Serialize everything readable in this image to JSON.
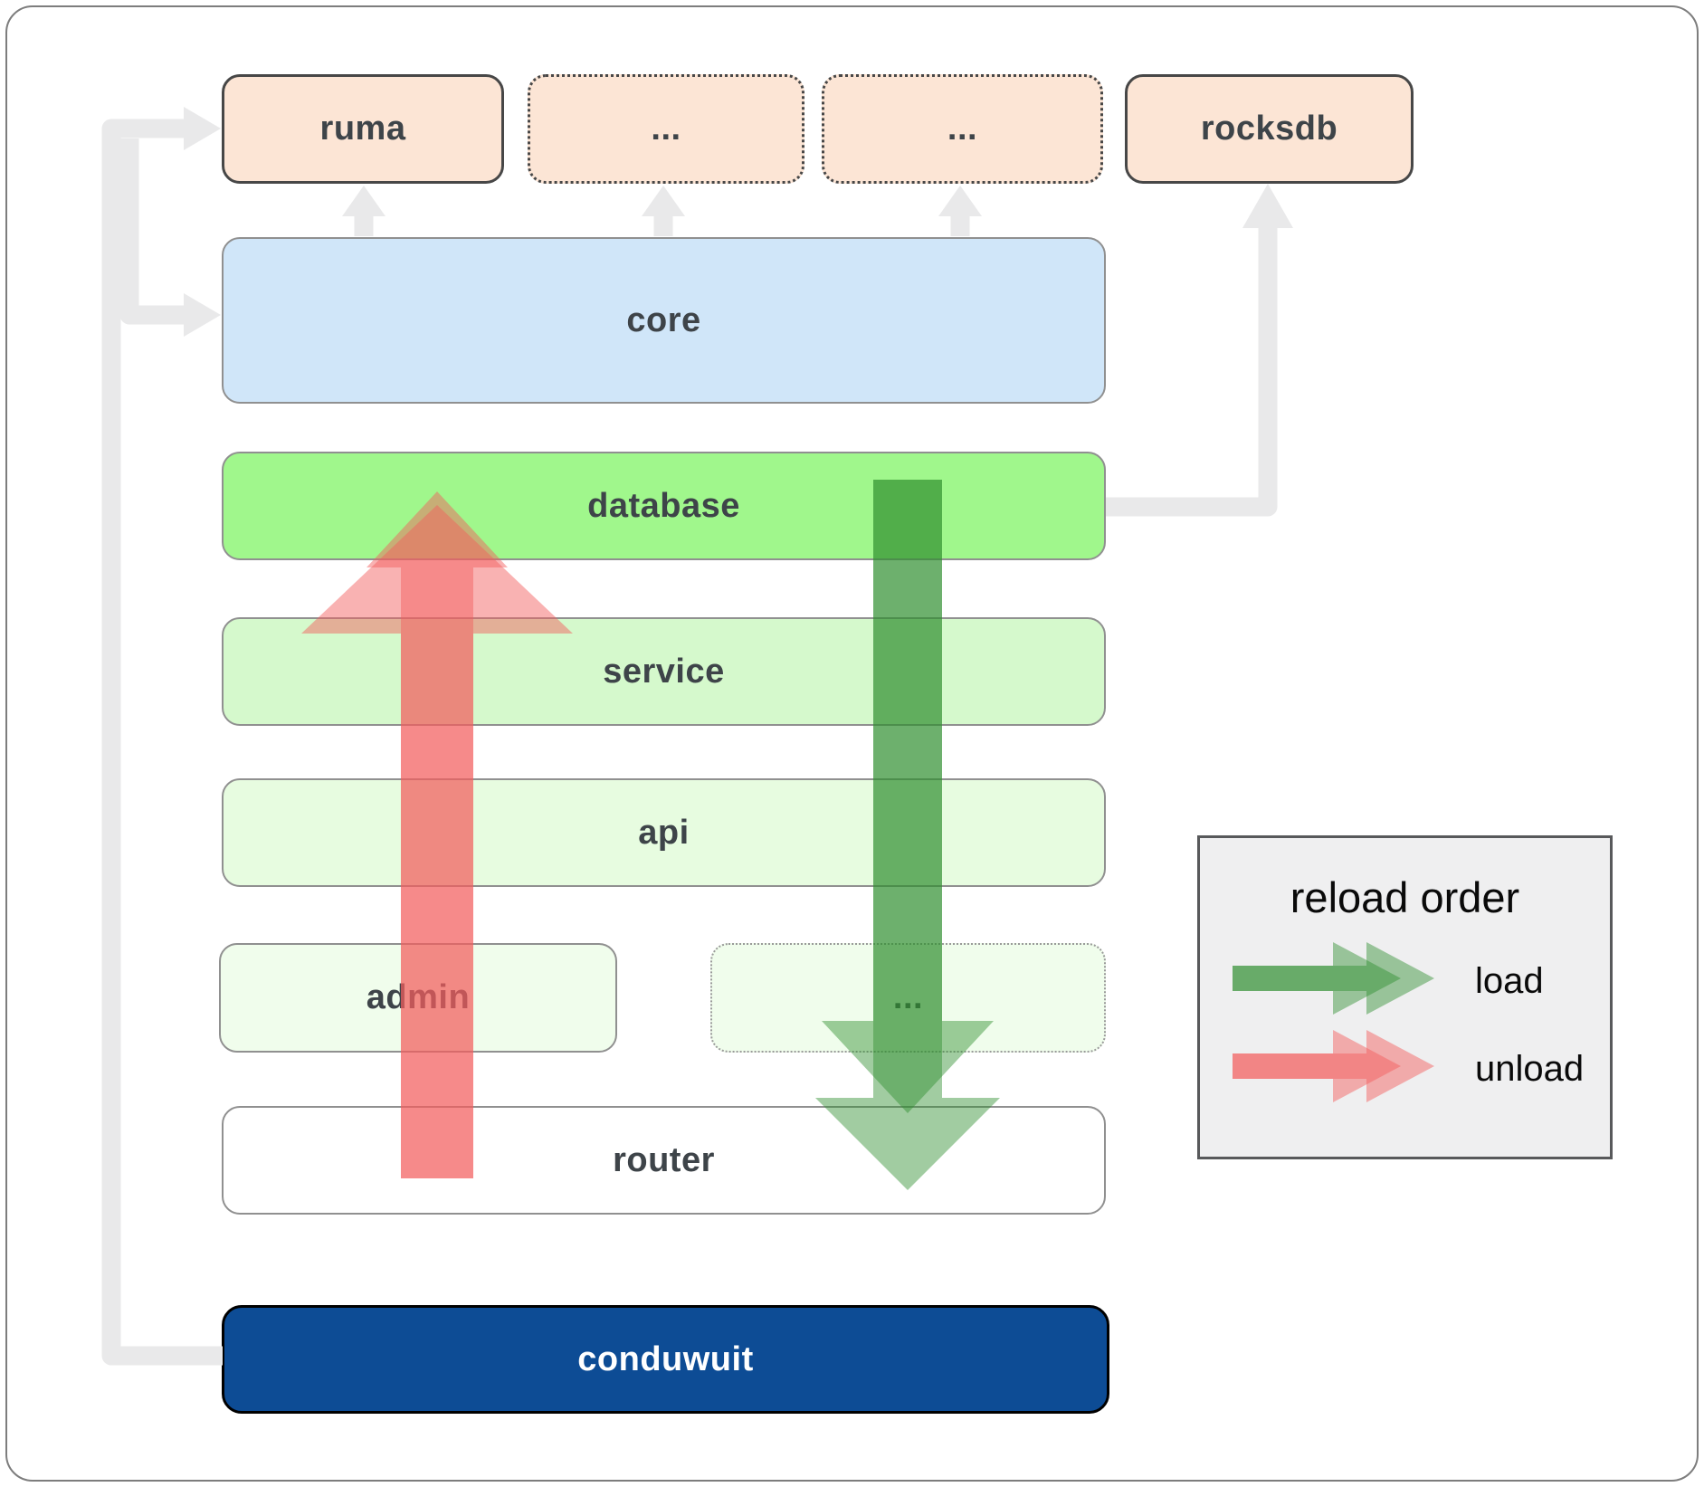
{
  "diagram": {
    "top_row": {
      "ruma": {
        "label": "ruma",
        "border": "solid"
      },
      "dots1": {
        "label": "...",
        "border": "dotted"
      },
      "dots2": {
        "label": "...",
        "border": "dotted"
      },
      "rocksdb": {
        "label": "rocksdb",
        "border": "solid"
      }
    },
    "layers": {
      "core": {
        "label": "core"
      },
      "database": {
        "label": "database"
      },
      "service": {
        "label": "service"
      },
      "api": {
        "label": "api"
      },
      "admin": {
        "label": "admin"
      },
      "dots3": {
        "label": "..."
      },
      "router": {
        "label": "router"
      },
      "conduwuit": {
        "label": "conduwuit"
      }
    },
    "arrows": {
      "load": {
        "label": "load",
        "direction": "down",
        "from": "database",
        "to": "router"
      },
      "unload": {
        "label": "unload",
        "direction": "up",
        "from": "router",
        "to": "database"
      },
      "gray_connectors": [
        "conduwuit-to-ruma",
        "conduwuit-to-core",
        "core-to-ruma",
        "core-to-dots1",
        "core-to-dots2",
        "database-to-rocksdb"
      ]
    }
  },
  "legend": {
    "title": "reload order",
    "load_label": "load",
    "unload_label": "unload"
  },
  "colors": {
    "peach_box": "#fce5d5",
    "core_box": "#d0e6f9",
    "database_box": "#a0f78c",
    "service_box": "#d5f9cc",
    "api_box": "#e7fce0",
    "admin_box": "#f0fdec",
    "router_box": "#ffffff",
    "conduwuit_box": "#0d4c95",
    "load_arrow_green": "#2f8f2f",
    "unload_arrow_red": "#f35e5e",
    "gray_connector": "#e9e9ea",
    "label_text": "#3e4449",
    "legend_bg": "#efeff0"
  }
}
